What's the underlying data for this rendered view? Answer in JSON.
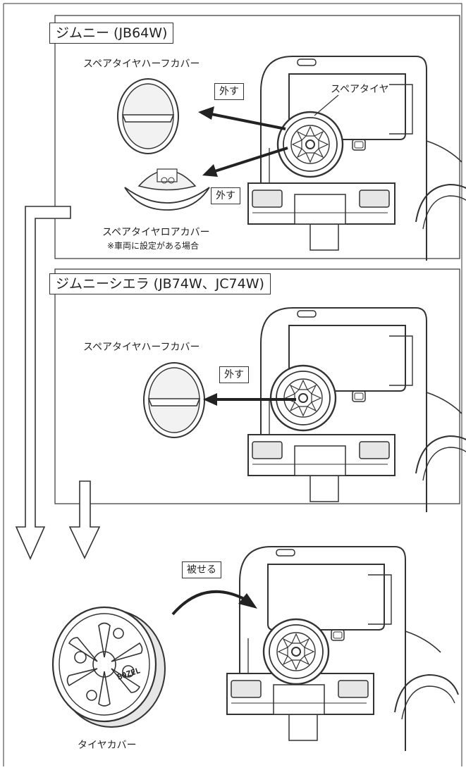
{
  "section1": {
    "title": "ジムニー (JB64W)",
    "half_cover_label": "スペアタイヤハーフカバー",
    "spare_tire_label": "スペアタイヤ",
    "remove_tag_upper": "外す",
    "remove_tag_lower": "外す",
    "lower_cover_label": "スペアタイヤロアカバー",
    "lower_cover_note": "※車両に設定がある場合"
  },
  "section2": {
    "title": "ジムニーシエラ (JB74W、JC74W)",
    "half_cover_label": "スペアタイヤハーフカバー",
    "remove_tag": "外す"
  },
  "section3": {
    "fit_tag": "被せる",
    "tire_cover_label": "タイヤカバー",
    "logo_text": "BOZEL"
  },
  "colors": {
    "line": "#333333",
    "fill_light": "#f2f2f2",
    "fill_mid": "#e6e6e6"
  }
}
